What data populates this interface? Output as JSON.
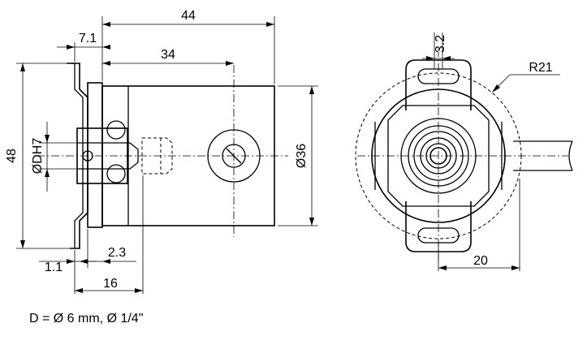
{
  "dimensions": {
    "overall_length": "44",
    "flange_offset": "7.1",
    "body_length": "34",
    "height": "48",
    "bore": "ØDH7",
    "body_diameter": "Ø36",
    "flange_thickness": "1.1",
    "hub_offset": "2.3",
    "hub_length": "16",
    "slot_width": "3.2",
    "radius": "R21",
    "slot_distance": "20"
  },
  "note": "D = Ø 6 mm, Ø 1/4\""
}
